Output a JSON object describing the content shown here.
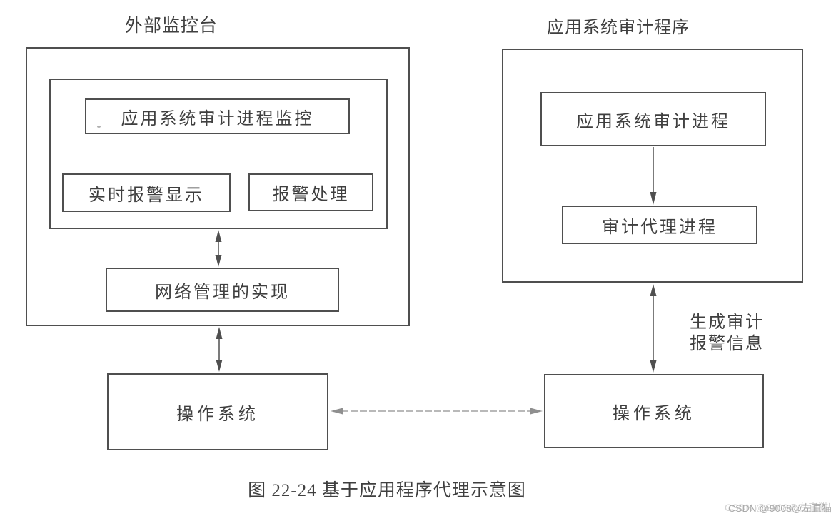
{
  "figure": {
    "left_panel": {
      "title": "外部监控台",
      "boxes": {
        "monitor": "应用系统审计进程监控",
        "realtime_alarm_display": "实时报警显示",
        "alarm_handling": "报警处理",
        "network_management": "网络管理的实现",
        "operating_system": "操作系统"
      }
    },
    "right_panel": {
      "title": "应用系统审计程序",
      "boxes": {
        "app_audit_process": "应用系统审计进程",
        "audit_agent_process": "审计代理进程",
        "operating_system": "操作系统"
      },
      "arrow_label": {
        "line1": "生成审计",
        "line2": "报警信息"
      }
    },
    "caption": "图 22-24   基于应用程序代理示意图",
    "watermark": "CSDN @9008@左直猫",
    "colors": {
      "line": "#4f4f4f",
      "text": "#3f3f3f",
      "light_arrow": "#8f8f8f",
      "watermark": "#a9a9a9",
      "background": "#ffffff"
    }
  }
}
